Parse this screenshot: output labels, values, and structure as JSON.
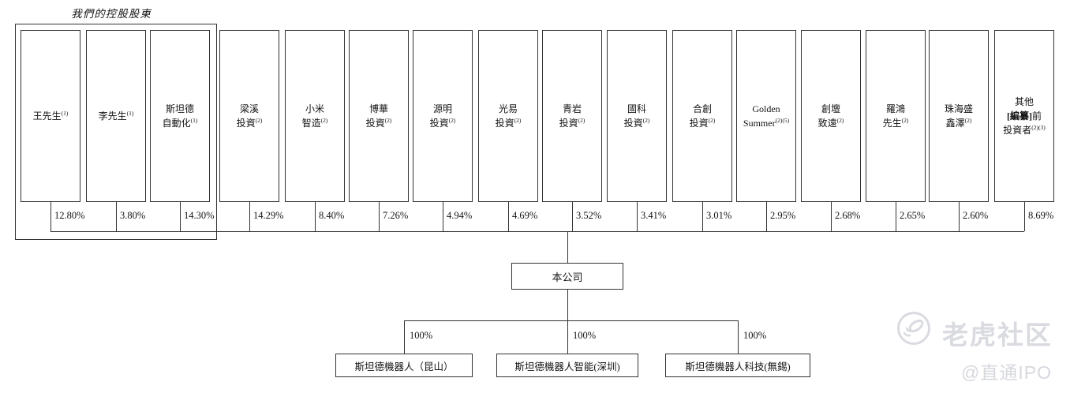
{
  "header": {
    "group_label": "我們的控股股東"
  },
  "shareholders": [
    {
      "lines": [
        "王先生"
      ],
      "sup": "(1)",
      "pct": "12.80%"
    },
    {
      "lines": [
        "李先生"
      ],
      "sup": "(1)",
      "pct": "3.80%"
    },
    {
      "lines": [
        "斯坦德",
        "自動化"
      ],
      "sup": "(1)",
      "pct": "14.30%"
    },
    {
      "lines": [
        "梁溪",
        "投資"
      ],
      "sup": "(2)",
      "pct": "14.29%"
    },
    {
      "lines": [
        "小米",
        "智造"
      ],
      "sup": "(2)",
      "pct": "8.40%"
    },
    {
      "lines": [
        "博華",
        "投資"
      ],
      "sup": "(2)",
      "pct": "7.26%"
    },
    {
      "lines": [
        "源明",
        "投資"
      ],
      "sup": "(2)",
      "pct": "4.94%"
    },
    {
      "lines": [
        "光易",
        "投資"
      ],
      "sup": "(2)",
      "pct": "4.69%"
    },
    {
      "lines": [
        "青岩",
        "投資"
      ],
      "sup": "(2)",
      "pct": "3.52%"
    },
    {
      "lines": [
        "國科",
        "投資"
      ],
      "sup": "(2)",
      "pct": "3.41%"
    },
    {
      "lines": [
        "合創",
        "投資"
      ],
      "sup": "(2)",
      "pct": "3.01%"
    },
    {
      "lines": [
        "Golden",
        "Summer"
      ],
      "sup": "(2)(5)",
      "pct": "2.95%"
    },
    {
      "lines": [
        "創壇",
        "致遠"
      ],
      "sup": "(2)",
      "pct": "2.68%"
    },
    {
      "lines": [
        "羅鴻",
        "先生"
      ],
      "sup": "(2)",
      "pct": "2.65%"
    },
    {
      "lines": [
        "珠海盛",
        "鑫澤"
      ],
      "sup": "(2)",
      "pct": "2.60%"
    },
    {
      "lines": [
        "其他",
        "[編纂]前",
        "投資者"
      ],
      "sup": "(2)(3)",
      "pct": "8.69%",
      "bold_substring": "[編纂]"
    }
  ],
  "company": {
    "label": "本公司"
  },
  "subsidiaries": [
    {
      "name": "斯坦德機器人（昆山）",
      "pct": "100%"
    },
    {
      "name": "斯坦德機器人智能(深圳)",
      "pct": "100%"
    },
    {
      "name": "斯坦德機器人科技(無錫)",
      "pct": "100%"
    }
  ],
  "watermark": {
    "community_name": "老虎社区",
    "handle": "@直通IPO",
    "color": "#d9dbe0"
  },
  "colors": {
    "line": "#333333",
    "text": "#141414",
    "background": "#ffffff"
  }
}
